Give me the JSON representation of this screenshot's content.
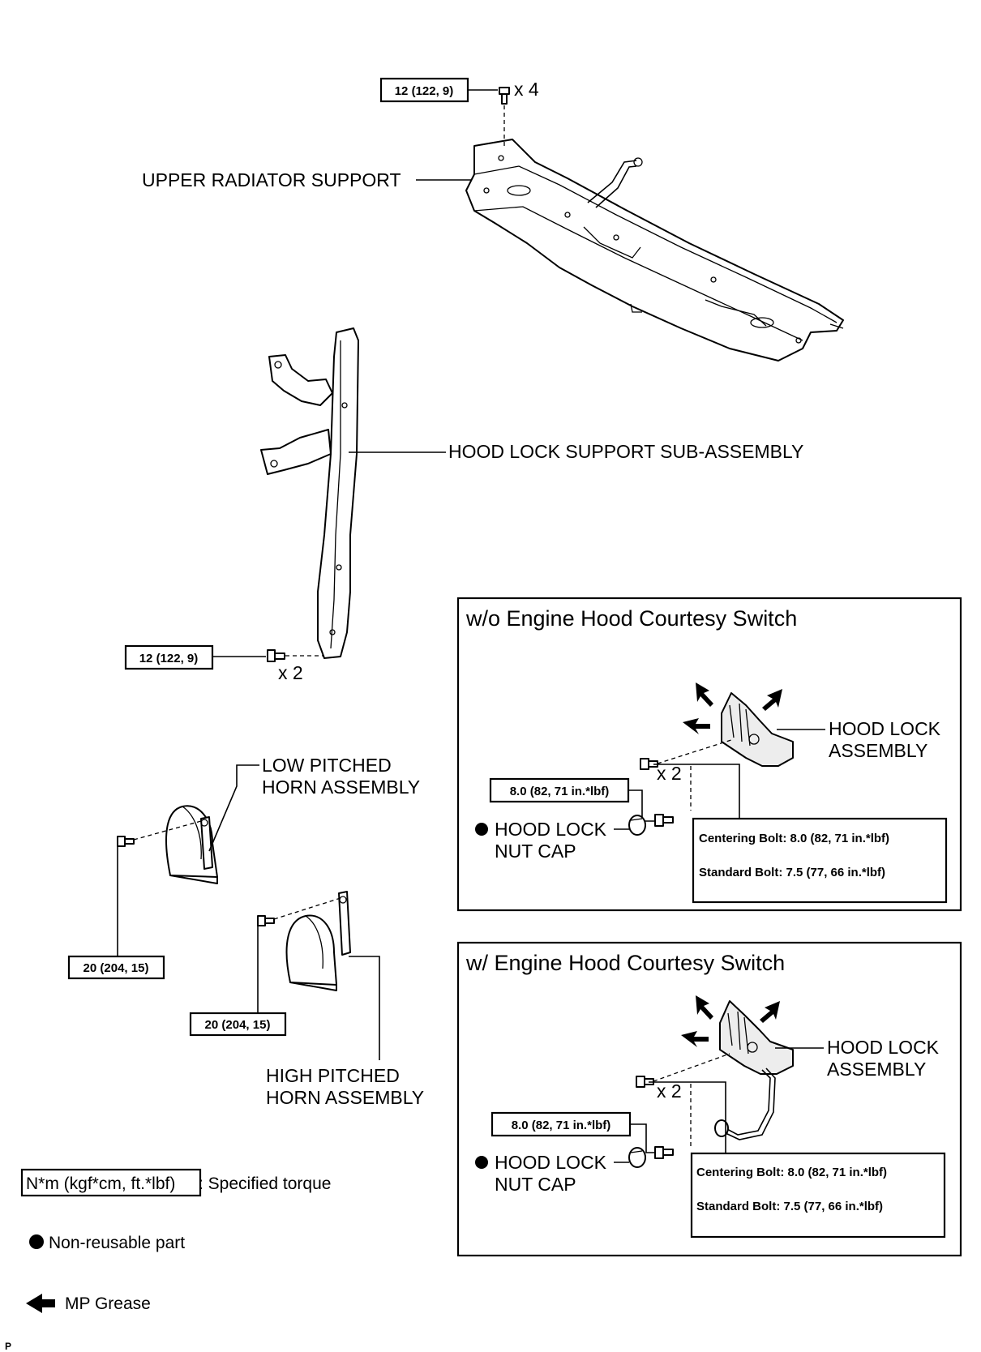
{
  "labels": {
    "upper_radiator_support": "UPPER RADIATOR SUPPORT",
    "hood_lock_support": "HOOD LOCK SUPPORT SUB-ASSEMBLY",
    "low_horn_line1": "LOW PITCHED",
    "low_horn_line2": "HORN ASSEMBLY",
    "high_horn_line1": "HIGH PITCHED",
    "high_horn_line2": "HORN ASSEMBLY"
  },
  "torque": {
    "upper_bolts": "12 (122, 9)",
    "upper_qty": "x 4",
    "support_bolts": "12 (122, 9)",
    "support_qty": "x 2",
    "low_horn": "20 (204, 15)",
    "high_horn": "20 (204, 15)"
  },
  "box_wo": {
    "title": "w/o Engine Hood Courtesy Switch",
    "hood_lock_line1": "HOOD LOCK",
    "hood_lock_line2": "ASSEMBLY",
    "qty": "x 2",
    "torque": "8.0 (82, 71 in.*lbf)",
    "nut_cap_line1": "HOOD LOCK",
    "nut_cap_line2": "NUT CAP",
    "centering_bolt": "Centering Bolt: 8.0 (82, 71 in.*lbf)",
    "standard_bolt": "Standard Bolt: 7.5 (77, 66 in.*lbf)"
  },
  "box_w": {
    "title": "w/ Engine Hood Courtesy Switch",
    "hood_lock_line1": "HOOD LOCK",
    "hood_lock_line2": "ASSEMBLY",
    "qty": "x 2",
    "torque": "8.0 (82, 71 in.*lbf)",
    "nut_cap_line1": "HOOD LOCK",
    "nut_cap_line2": "NUT CAP",
    "centering_bolt": "Centering Bolt: 8.0 (82, 71 in.*lbf)",
    "standard_bolt": "Standard Bolt: 7.5 (77, 66 in.*lbf)"
  },
  "legend": {
    "torque_unit": "N*m (kgf*cm, ft.*lbf)",
    "torque_desc": ": Specified torque",
    "non_reusable": "Non-reusable part",
    "mp_grease": "MP Grease"
  },
  "footer_letter": "P"
}
